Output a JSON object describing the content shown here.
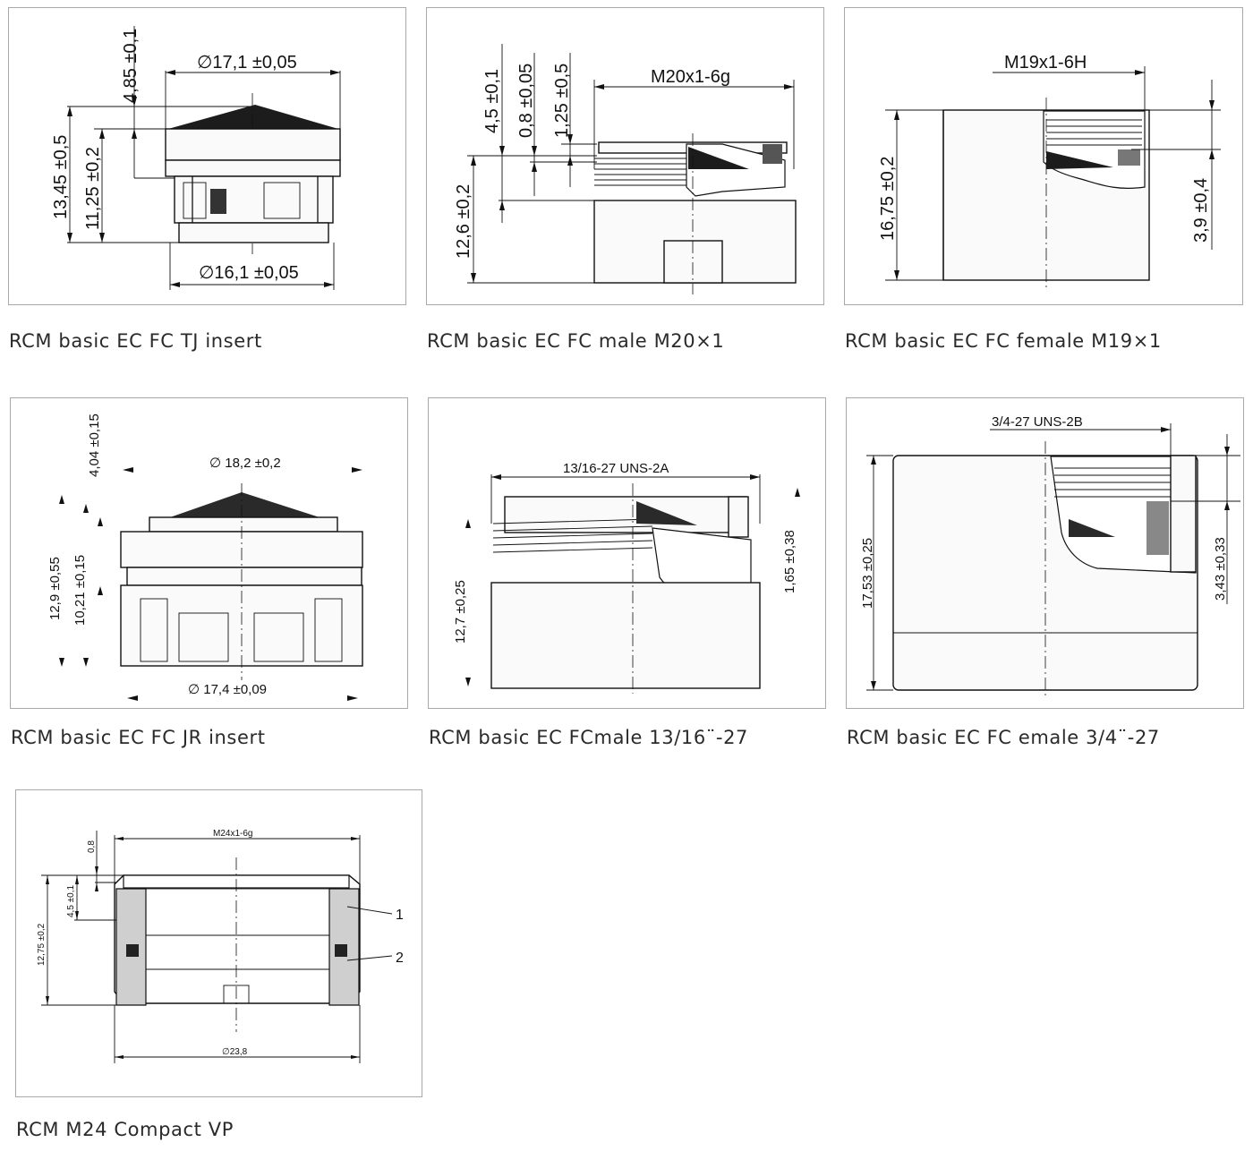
{
  "panels": [
    {
      "caption": "RCM basic EC FC TJ insert",
      "dims": {
        "top_dia": "∅17,1 ±0,05",
        "bottom_dia": "∅16,1 ±0,05",
        "h1": "4,85 ±0,1",
        "h2": "13,45 ±0,5",
        "h3": "11,25 ±0,2"
      }
    },
    {
      "caption": "RCM basic EC FC male M20×1",
      "dims": {
        "thread": "M20x1-6g",
        "h1": "4,5 ±0,1",
        "h2": "0,8 ±0,05",
        "h3": "1,25 ±0,5",
        "h4": "12,6 ±0,2"
      }
    },
    {
      "caption": "RCM basic EC FC female M19×1",
      "dims": {
        "thread": "M19x1-6H",
        "h1": "16,75 ±0,2",
        "h2": "3,9 ±0,4"
      }
    },
    {
      "caption": "RCM basic EC FC JR insert",
      "dims": {
        "h1": "4,04 ±0,15",
        "top_dia": "∅ 18,2 ±0,2",
        "h2": "12,9 ±0,55",
        "h3": "10,21 ±0,15",
        "bottom_dia": "∅ 17,4 ±0,09"
      }
    },
    {
      "caption": "RCM basic EC FCmale 13/16¨-27",
      "dims": {
        "thread": "13/16-27 UNS-2A",
        "h1": "12,7 ±0,25",
        "h2": "1,65 ±0,38"
      }
    },
    {
      "caption": "RCM basic EC FC emale 3/4¨-27",
      "dims": {
        "thread": "3/4-27 UNS-2B",
        "h1": "17,53 ±0,25",
        "h2": "3,43 ±0,33"
      }
    },
    {
      "caption": "RCM M24 Compact VP",
      "dims": {
        "thread": "M24x1-6g",
        "h1": "0,8",
        "h2": "4,5 ±0,1",
        "h3": "12,75 ±0,2",
        "dia": "∅23,8",
        "callout1": "1",
        "callout2": "2"
      }
    }
  ]
}
